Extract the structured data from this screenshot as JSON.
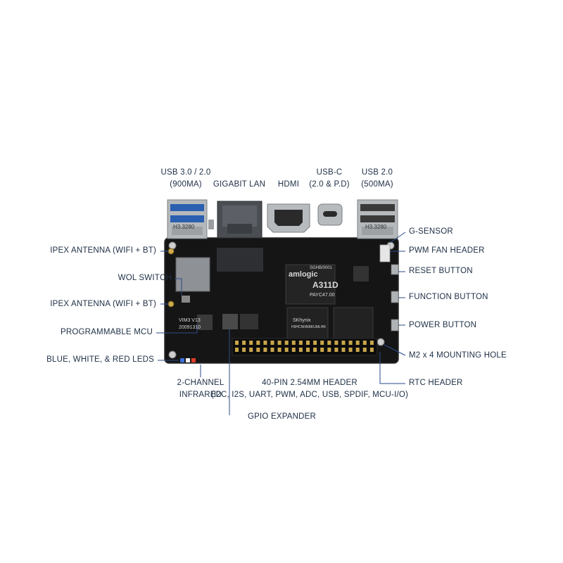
{
  "labels": {
    "usb3": [
      "USB 3.0 / 2.0",
      "(900mA)"
    ],
    "gigabit_lan": [
      "GIGABIT LAN"
    ],
    "hdmi": [
      "HDMI"
    ],
    "usb_c": [
      "USB-C",
      "(2.0 & P.D)"
    ],
    "usb2": [
      "USB 2.0",
      "(500mA)"
    ],
    "g_sensor": [
      "G-SENSOR"
    ],
    "pwm_fan_header": [
      "PWM FAN HEADER"
    ],
    "reset_button": [
      "RESET BUTTON"
    ],
    "function_button": [
      "FUNCTION BUTTON"
    ],
    "power_button": [
      "POWER BUTTON"
    ],
    "m2_mounting_hole": [
      "M2 x 4 MOUNTING HOLE"
    ],
    "rtc_header": [
      "RTC HEADER"
    ],
    "ipex_antenna_1": [
      "IPEX ANTENNA (WIFI + BT)"
    ],
    "wol_switch": [
      "WOL SWITCH"
    ],
    "ipex_antenna_2": [
      "IPEX ANTENNA (WIFI + BT)"
    ],
    "programmable_mcu": [
      "PROGRAMMABLE MCU"
    ],
    "leds": [
      "BLUE, WHITE, & RED LEDS"
    ],
    "infrared": [
      "2-CHANNEL",
      "INFRARED"
    ],
    "gpio_header": [
      "40-PIN 2.54MM HEADER",
      "(I2C, I2S, UART, PWM, ADC, USB, SPDIF, MCU-I/O)"
    ],
    "gpio_expander": [
      "GPIO EXPANDER"
    ]
  },
  "board": {
    "soc_brand": "amlogic",
    "soc_model": "A311D",
    "soc_code": "PAYC47.00",
    "soc_subtext": "SGHB/0001",
    "ram_brand": "SKhynix",
    "ram_part": "H9HCNNNBKUMLHR",
    "usb3_port_text": "H3.3280",
    "usb2_port_text": "H3.3280",
    "pcb_text": [
      "VIM3 V13",
      "20091310"
    ]
  },
  "colors": {
    "label_text": "#1e2f45",
    "leader_line": "#2a4a8a",
    "pcb": "#141414",
    "chip": "#1c1c1c",
    "metal": "#b9bcbf",
    "pin": "#c9a64a"
  }
}
